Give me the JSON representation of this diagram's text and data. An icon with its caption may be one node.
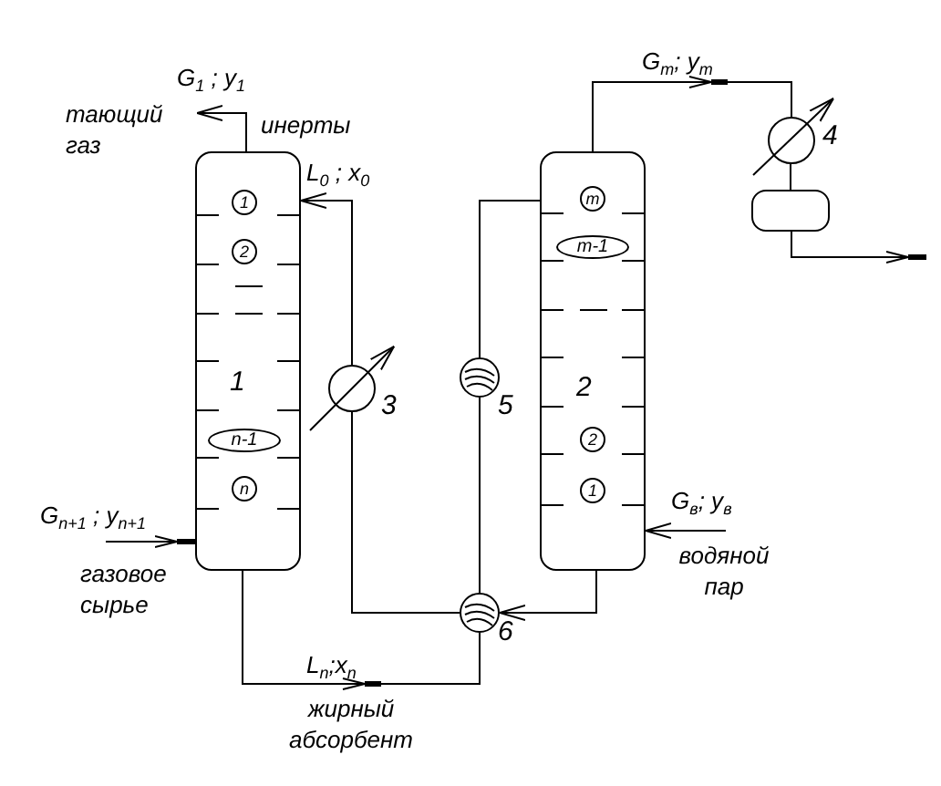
{
  "diagram": {
    "nodes": [
      {
        "text": [],
        "shape": "box"
      },
      {
        "text": [
          "1"
        ],
        "in": 0
      },
      {
        "text": [
          "2"
        ],
        "in": 0
      },
      {
        "text": [
          "n-1"
        ],
        "in": 0
      },
      {
        "text": [
          "n"
        ],
        "in": 0
      },
      {
        "text": [],
        "shape": "box"
      },
      {
        "text": [
          "m"
        ],
        "in": 5
      },
      {
        "text": [
          "m-1"
        ],
        "in": 5
      },
      {
        "text": [
          "2"
        ],
        "in": 5
      },
      {
        "text": [
          "1"
        ],
        "in": 5
      },
      {
        "text": [],
        "shape": "circle",
        "beside": [
          "3"
        ]
      },
      {
        "text": [],
        "shape": "circle",
        "beside": [
          "5"
        ]
      },
      {
        "text": [],
        "shape": "circle",
        "beside": [
          "6"
        ]
      },
      {
        "text": [],
        "shape": "circle",
        "beside": [
          "4"
        ]
      },
      {
        "text": [],
        "shape": "box"
      }
    ],
    "edges": [
      {
        "from": 0,
        "to": null,
        "arrow": "to",
        "label": "G$_{1}$ ; y$_{1}$"
      },
      {
        "from": null,
        "to": 0,
        "arrow": "to",
        "label": "G$_{n+1}$ ; y$_{n+1}$"
      },
      {
        "from": 0,
        "to": 12,
        "arrow": "to",
        "label": "L$_{n}$;x$_{n}$"
      },
      {
        "from": 12,
        "to": 11,
        "arrow": "none"
      },
      {
        "from": 11,
        "to": 5,
        "arrow": "none"
      },
      {
        "from": 5,
        "to": 12,
        "arrow": "to"
      },
      {
        "from": 12,
        "to": 10,
        "arrow": "none"
      },
      {
        "from": 10,
        "to": 0,
        "arrow": "to",
        "label": "L$_{0}$ ; x$_{0}$"
      },
      {
        "from": 5,
        "to": 13,
        "arrow": "to",
        "label": "G$_{m}$; y$_{m}$"
      },
      {
        "from": 13,
        "to": 14,
        "arrow": "none"
      },
      {
        "from": 14,
        "to": null,
        "arrow": "to"
      },
      {
        "from": null,
        "to": 5,
        "arrow": "to",
        "label": "G$_{в}$; y$_{в}$"
      }
    ],
    "labels": [
      "тающий газ",
      "инерты",
      "1",
      "газовое сырье",
      "жирный абсорбент",
      "2",
      "водяной пар"
    ]
  }
}
